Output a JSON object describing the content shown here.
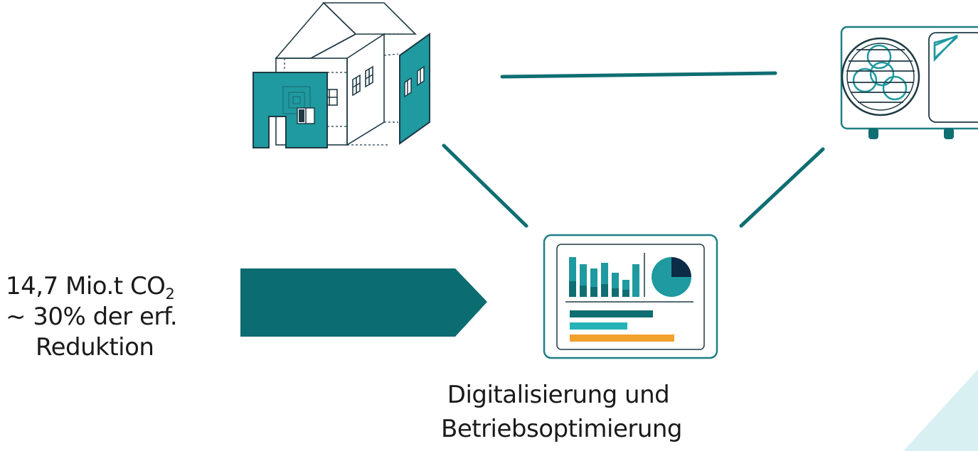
{
  "co2_label": {
    "amount_prefix": "14,7 Mio.t CO",
    "amount_subscript": "2",
    "share_line": "~ 30% der erf.",
    "share_line2": "Reduktion"
  },
  "caption": {
    "line1": "Digitalisierung und",
    "line2": "Betriebsoptimierung"
  },
  "colors": {
    "teal_dark": "#0f6e72",
    "teal": "#1e9aa0",
    "teal_light": "#26b3b8",
    "orange": "#f2a12c",
    "outline": "#1f3a44",
    "navy": "#0d2c46",
    "watermark": "#d9f0f2"
  },
  "icons": {
    "building": "house-renovation-icon",
    "heat_pump": "heat-pump-icon",
    "dashboard": "dashboard-chart-icon",
    "arrow": "pentagon-arrow"
  }
}
